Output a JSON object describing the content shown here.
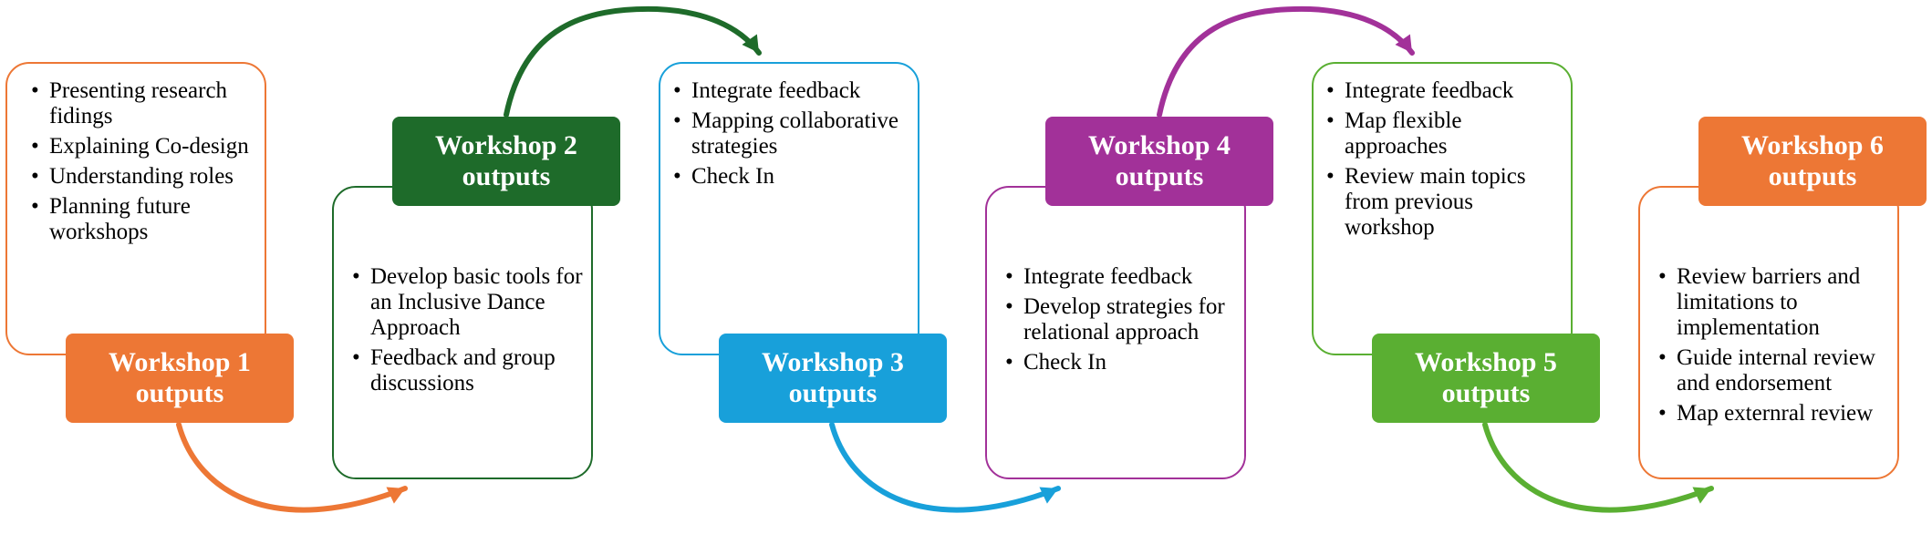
{
  "steps": [
    {
      "label": "Workshop 1 outputs",
      "color": "#ED7735",
      "items": [
        "Presenting research fidings",
        "Explaining Co-design",
        "Understanding roles",
        "Planning future workshops"
      ]
    },
    {
      "label": "Workshop 2 outputs",
      "color": "#1E6B2A",
      "items": [
        "Develop basic tools for an Inclusive Dance Approach",
        "Feedback and group discussions"
      ]
    },
    {
      "label": "Workshop 3 outputs",
      "color": "#18A0DA",
      "items": [
        "Integrate feedback",
        "Mapping collaborative strategies",
        "Check In"
      ]
    },
    {
      "label": "Workshop 4 outputs",
      "color": "#A23199",
      "items": [
        "Integrate feedback",
        "Develop strategies for relational approach",
        "Check In"
      ]
    },
    {
      "label": "Workshop 5 outputs",
      "color": "#5AAF32",
      "items": [
        "Integrate feedback",
        "Map flexible approaches",
        "Review main topics from previous workshop"
      ]
    },
    {
      "label": "Workshop 6 outputs",
      "color": "#ED7735",
      "items": [
        "Review barriers and limitations to implementation",
        "Guide internal review and endorsement",
        "Map externral review"
      ]
    }
  ]
}
